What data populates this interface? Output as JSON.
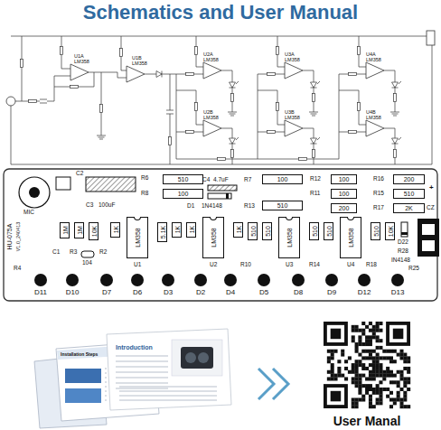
{
  "diagram": {
    "title": "Schematics and User Manual",
    "nodes": [
      {
        "text": [
          "510"
        ]
      },
      {
        "text": [
          "100"
        ]
      },
      {
        "text": [
          "100"
        ]
      },
      {
        "text": [
          "200"
        ]
      },
      {
        "text": [
          "100"
        ]
      },
      {
        "text": [
          "100"
        ]
      },
      {
        "text": [
          "510"
        ]
      },
      {
        "text": [
          "510"
        ]
      },
      {
        "text": [
          "200"
        ]
      },
      {
        "text": [
          "2K"
        ]
      },
      {
        "text": [
          "1M"
        ]
      },
      {
        "text": [
          "1M"
        ]
      },
      {
        "text": [
          "10K"
        ]
      },
      {
        "text": [
          "1K"
        ]
      },
      {
        "text": [
          "LM358"
        ]
      },
      {
        "text": [
          "5.1K"
        ]
      },
      {
        "text": [
          "1K"
        ]
      },
      {
        "text": [
          "1K"
        ]
      },
      {
        "text": [
          "LM358"
        ]
      },
      {
        "text": [
          "1K"
        ]
      },
      {
        "text": [
          "510"
        ]
      },
      {
        "text": [
          "510"
        ]
      },
      {
        "text": [
          "LM358"
        ]
      },
      {
        "text": [
          "510"
        ]
      },
      {
        "text": [
          "510"
        ]
      },
      {
        "text": [
          "LM358"
        ]
      },
      {
        "text": [
          "510"
        ]
      },
      {
        "text": [
          "10K"
        ]
      }
    ],
    "labels": [
      "U1A",
      "LM358",
      "U1B",
      "LM358",
      "U2A",
      "LM358",
      "U3A",
      "LM358",
      "U4A",
      "LM358",
      "U2B",
      "LM358",
      "U3B",
      "LM358",
      "U4B",
      "LM358",
      "C2",
      "R6",
      "C4",
      "4.7uF",
      "R7",
      "R12",
      "R16",
      "R8",
      "R11",
      "R15",
      "R13",
      "R17",
      "+",
      "CZ",
      "MIC",
      "C3",
      "100uF",
      "D1",
      "1N4148",
      "HU-075A",
      "V1.0_240413",
      "C1",
      "R3",
      "R2",
      "104",
      "R4",
      "U1",
      "U2",
      "R10",
      "U3",
      "R14",
      "U4",
      "R18",
      "D22",
      "R28",
      "IN4148",
      "R25",
      "D11",
      "D10",
      "D7",
      "D6",
      "D3",
      "D2",
      "D4",
      "D5",
      "D8",
      "D9",
      "D12",
      "D13",
      "Introduction",
      "Installation Steps",
      "User Manal"
    ]
  }
}
